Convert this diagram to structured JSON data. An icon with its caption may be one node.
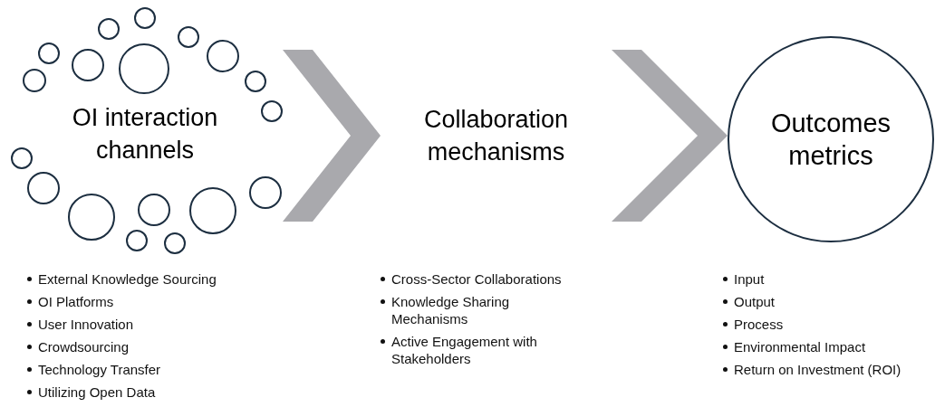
{
  "diagram": {
    "nodes": [
      {
        "text": [
          "OI interaction channels"
        ],
        "beside": [
          "External Knowledge Sourcing",
          "OI Platforms",
          "User Innovation",
          "Crowdsourcing",
          "Technology Transfer",
          "Utilizing Open Data"
        ]
      },
      {
        "text": [
          "Collaboration mechanisms"
        ],
        "beside": [
          "Cross-Sector Collaborations",
          "Knowledge Sharing Mechanisms",
          "Active Engagement with Stakeholders"
        ]
      },
      {
        "text": [
          "Outcomes metrics"
        ],
        "beside": [
          "Input",
          "Output",
          "Process",
          "Environmental Impact",
          "Return on Investment (ROI)"
        ]
      }
    ],
    "edges": [
      {
        "from": 0,
        "to": 1,
        "arrow": "to"
      },
      {
        "from": 1,
        "to": 2,
        "arrow": "to"
      }
    ]
  }
}
